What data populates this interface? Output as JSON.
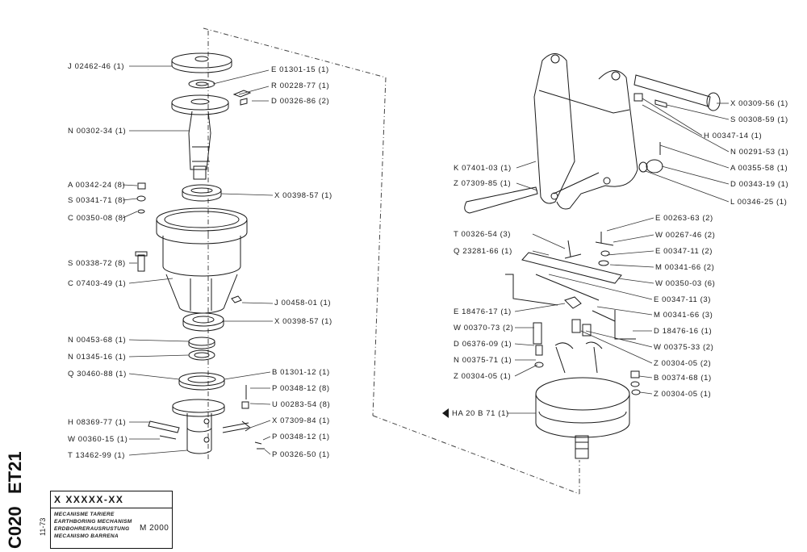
{
  "sheet": {
    "series": "ET21",
    "number": "C020",
    "date": "11-73"
  },
  "title_block": {
    "code": "X XXXXX-XX",
    "title_fr": "MECANISME TARIERE",
    "title_en": "EARTHBORING MECHANISM",
    "title_de": "ERDBOHRERAUSRUSTUNG",
    "title_es": "MECANISMO BARRENA",
    "model": "M 2000"
  },
  "left_parts": [
    "J 02462-46 (1)",
    "E 01301-15 (1)",
    "R 00228-77 (1)",
    "D 00326-86 (2)",
    "N 00302-34 (1)",
    "A 00342-24 (8)",
    "S 00341-71 (8)",
    "C 00350-08 (8)",
    "X 00398-57 (1)",
    "S 00338-72 (8)",
    "C 07403-49 (1)",
    "J 00458-01 (1)",
    "X 00398-57 (1)",
    "N 00453-68 (1)",
    "N 01345-16 (1)",
    "Q 30460-88 (1)",
    "B 01301-12 (1)",
    "P 00348-12 (8)",
    "U 00283-54 (8)",
    "H 08369-77 (1)",
    "X 07309-84 (1)",
    "W 00360-15 (1)",
    "P 00348-12 (1)",
    "T 13462-99 (1)",
    "P 00326-50 (1)"
  ],
  "right_parts": [
    "X 00309-56 (1)",
    "S 00308-59 (1)",
    "H 00347-14 (1)",
    "N 00291-53 (1)",
    "K 07401-03 (1)",
    "A 00355-58 (1)",
    "Z 07309-85 (1)",
    "D 00343-19 (1)",
    "L 00346-25 (1)",
    "E 00263-63 (2)",
    "T 00326-54 (3)",
    "W 00267-46 (2)",
    "Q 23281-66 (1)",
    "E 00347-11 (2)",
    "M 00341-66 (2)",
    "W 00350-03 (6)",
    "E 00347-11 (3)",
    "E 18476-17 (1)",
    "M 00341-66 (3)",
    "W 00370-73 (2)",
    "D 18476-16 (1)",
    "D 06376-09 (1)",
    "W 00375-33 (2)",
    "N 00375-71 (1)",
    "Z 00304-05 (2)",
    "Z 00304-05 (1)",
    "B 00374-68 (1)",
    "Z 00304-05 (1)",
    "HA 20 B 71  (1)"
  ]
}
